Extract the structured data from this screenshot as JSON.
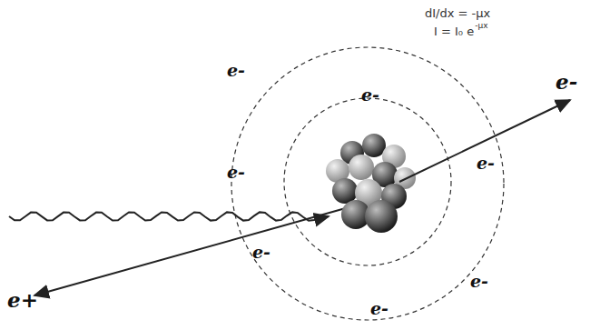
{
  "diagram": {
    "labels": [
      "dI/dx = -μx",
      "I = I₀ e",
      "-μx",
      "e-",
      "e-",
      "e-",
      "e-",
      "e-",
      "e-",
      "e-",
      "e-",
      "e+"
    ]
  }
}
